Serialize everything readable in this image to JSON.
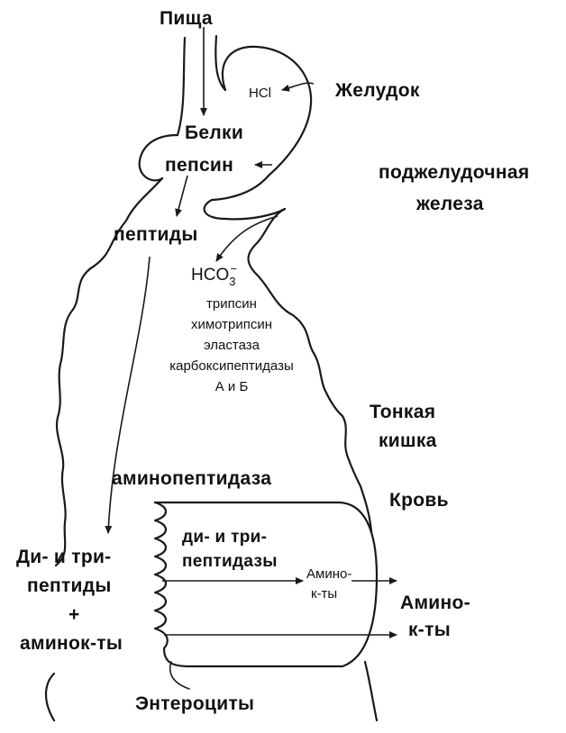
{
  "labels": {
    "food": "Пища",
    "stomach": "Желудок",
    "hcl": "HCl",
    "proteins": "Белки",
    "pepsin": "пепсин",
    "pancreas_line1": "поджелудочная",
    "pancreas_line2": "железа",
    "peptides": "пептиды",
    "bicarbonate_base": "HCO",
    "bicarbonate_sub": "3",
    "bicarbonate_sup": "−",
    "enzymes": [
      "трипсин",
      "химотрипсин",
      "эластаза",
      "карбоксипептидазы",
      "А и Б"
    ],
    "small_intestine_line1": "Тонкая",
    "small_intestine_line2": "кишка",
    "aminopeptidase": "аминопептидаза",
    "blood": "Кровь",
    "di_tri_peptides_line1": "Ди- и три-",
    "di_tri_peptides_line2": "пептиды",
    "plus": "+",
    "amino_acids_left": "аминок-ты",
    "dipeptidases_line1": "ди- и три-",
    "dipeptidases_line2": "пептидазы",
    "amino_inner_line1": "Амино-",
    "amino_inner_line2": "к-ты",
    "amino_right_line1": "Амино-",
    "amino_right_line2": "к-ты",
    "enterocytes": "Энтероциты"
  }
}
